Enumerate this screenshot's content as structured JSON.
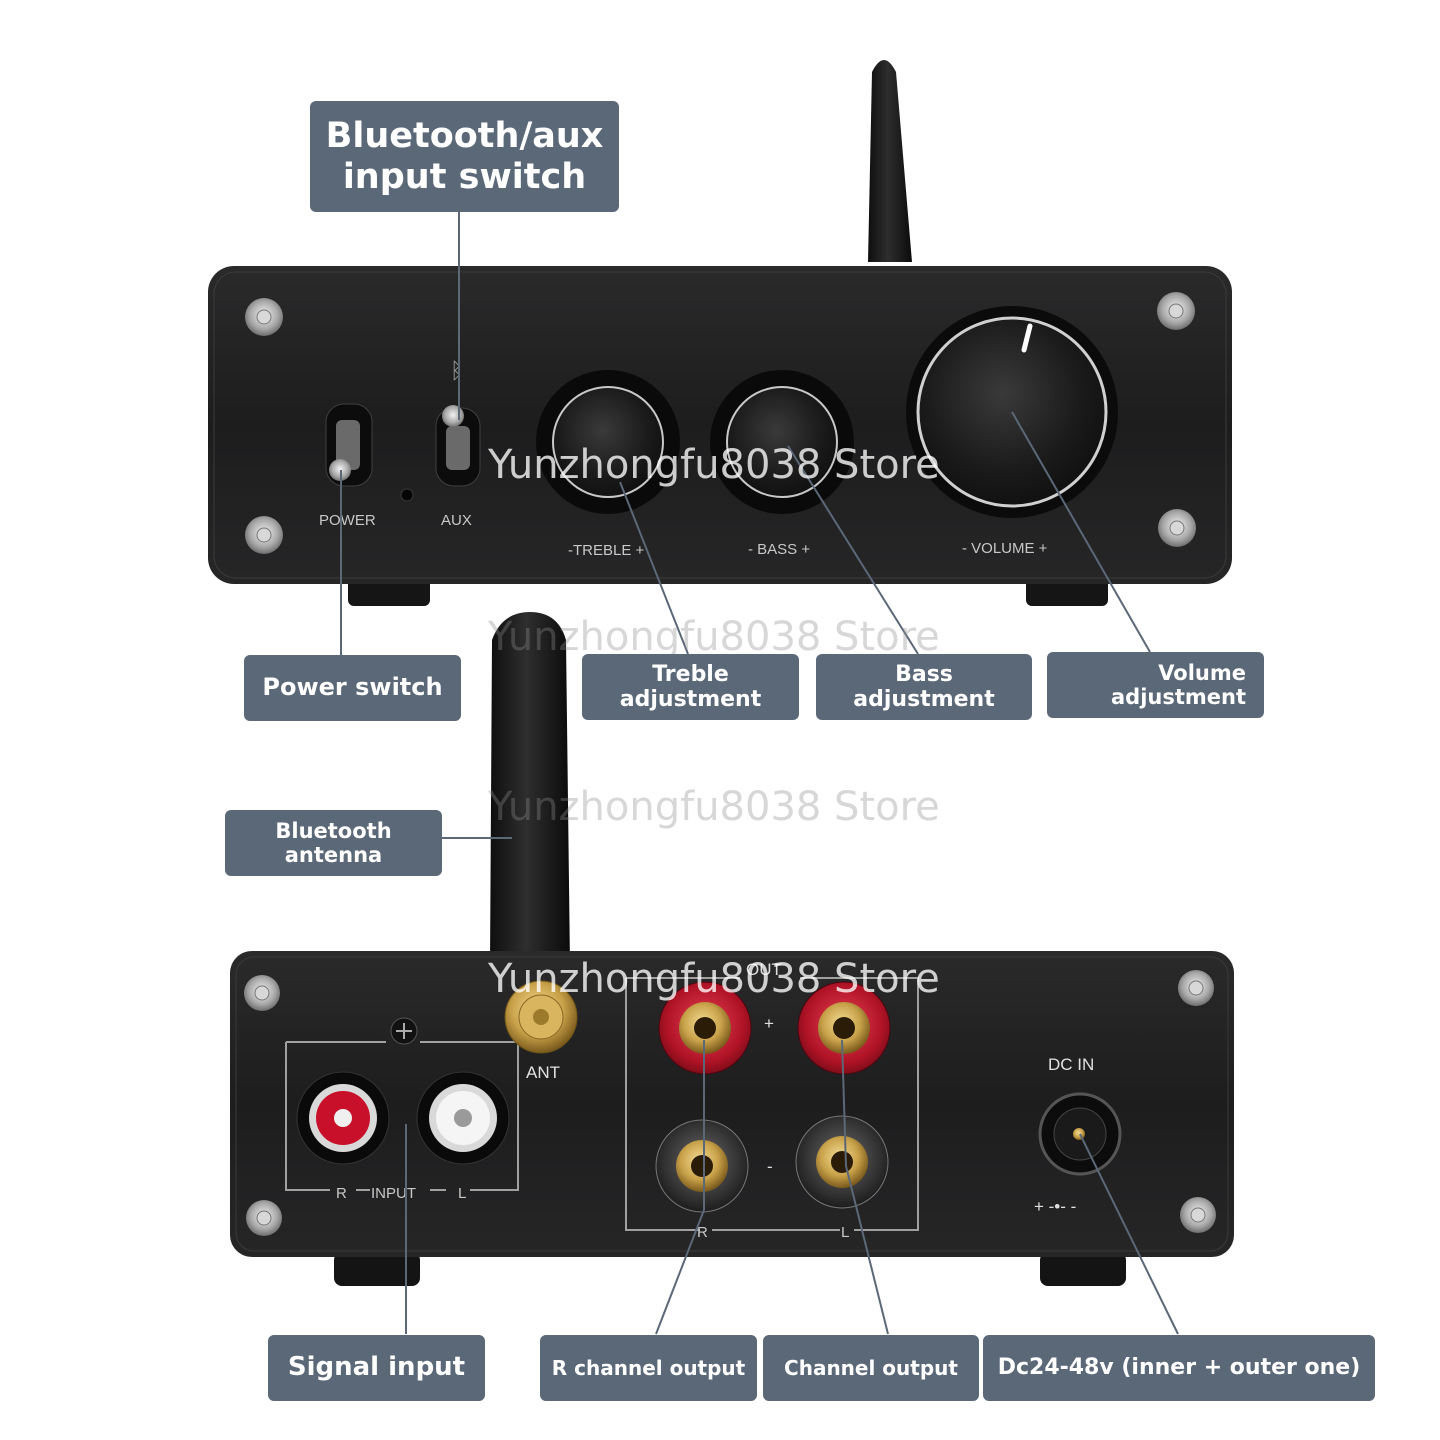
{
  "callouts": {
    "bt_aux_switch": [
      "Bluetooth/aux",
      "input switch"
    ],
    "power_switch": "Power switch",
    "treble": [
      "Treble",
      "adjustment"
    ],
    "bass": [
      "Bass",
      "adjustment"
    ],
    "volume": [
      "Volume",
      "adjustment"
    ],
    "bt_antenna": [
      "Bluetooth",
      "antenna"
    ],
    "signal_input": "Signal input",
    "r_channel_output": "R channel output",
    "channel_output": "Channel output",
    "dc_in": "Dc24-48v (inner + outer one)"
  },
  "front_panel": {
    "power": "POWER",
    "aux": "AUX",
    "treble": "-TREBLE +",
    "bass": "- BASS +",
    "volume": "- VOLUME +"
  },
  "back_panel": {
    "out": "OUT",
    "plus": "+",
    "minus": "-",
    "ant": "ANT",
    "input_r": "R",
    "input": "INPUT",
    "input_l": "L",
    "out_r": "R",
    "out_l": "L",
    "dc_in": "DC IN",
    "polarity": "+ -•- -"
  },
  "watermark": "Yunzhongfu8038 Store",
  "colors": {
    "callout_bg": "#5b6878",
    "panel": "#1e1e1f",
    "binding_red": "#c0162a",
    "gold": "#c9a24a"
  }
}
